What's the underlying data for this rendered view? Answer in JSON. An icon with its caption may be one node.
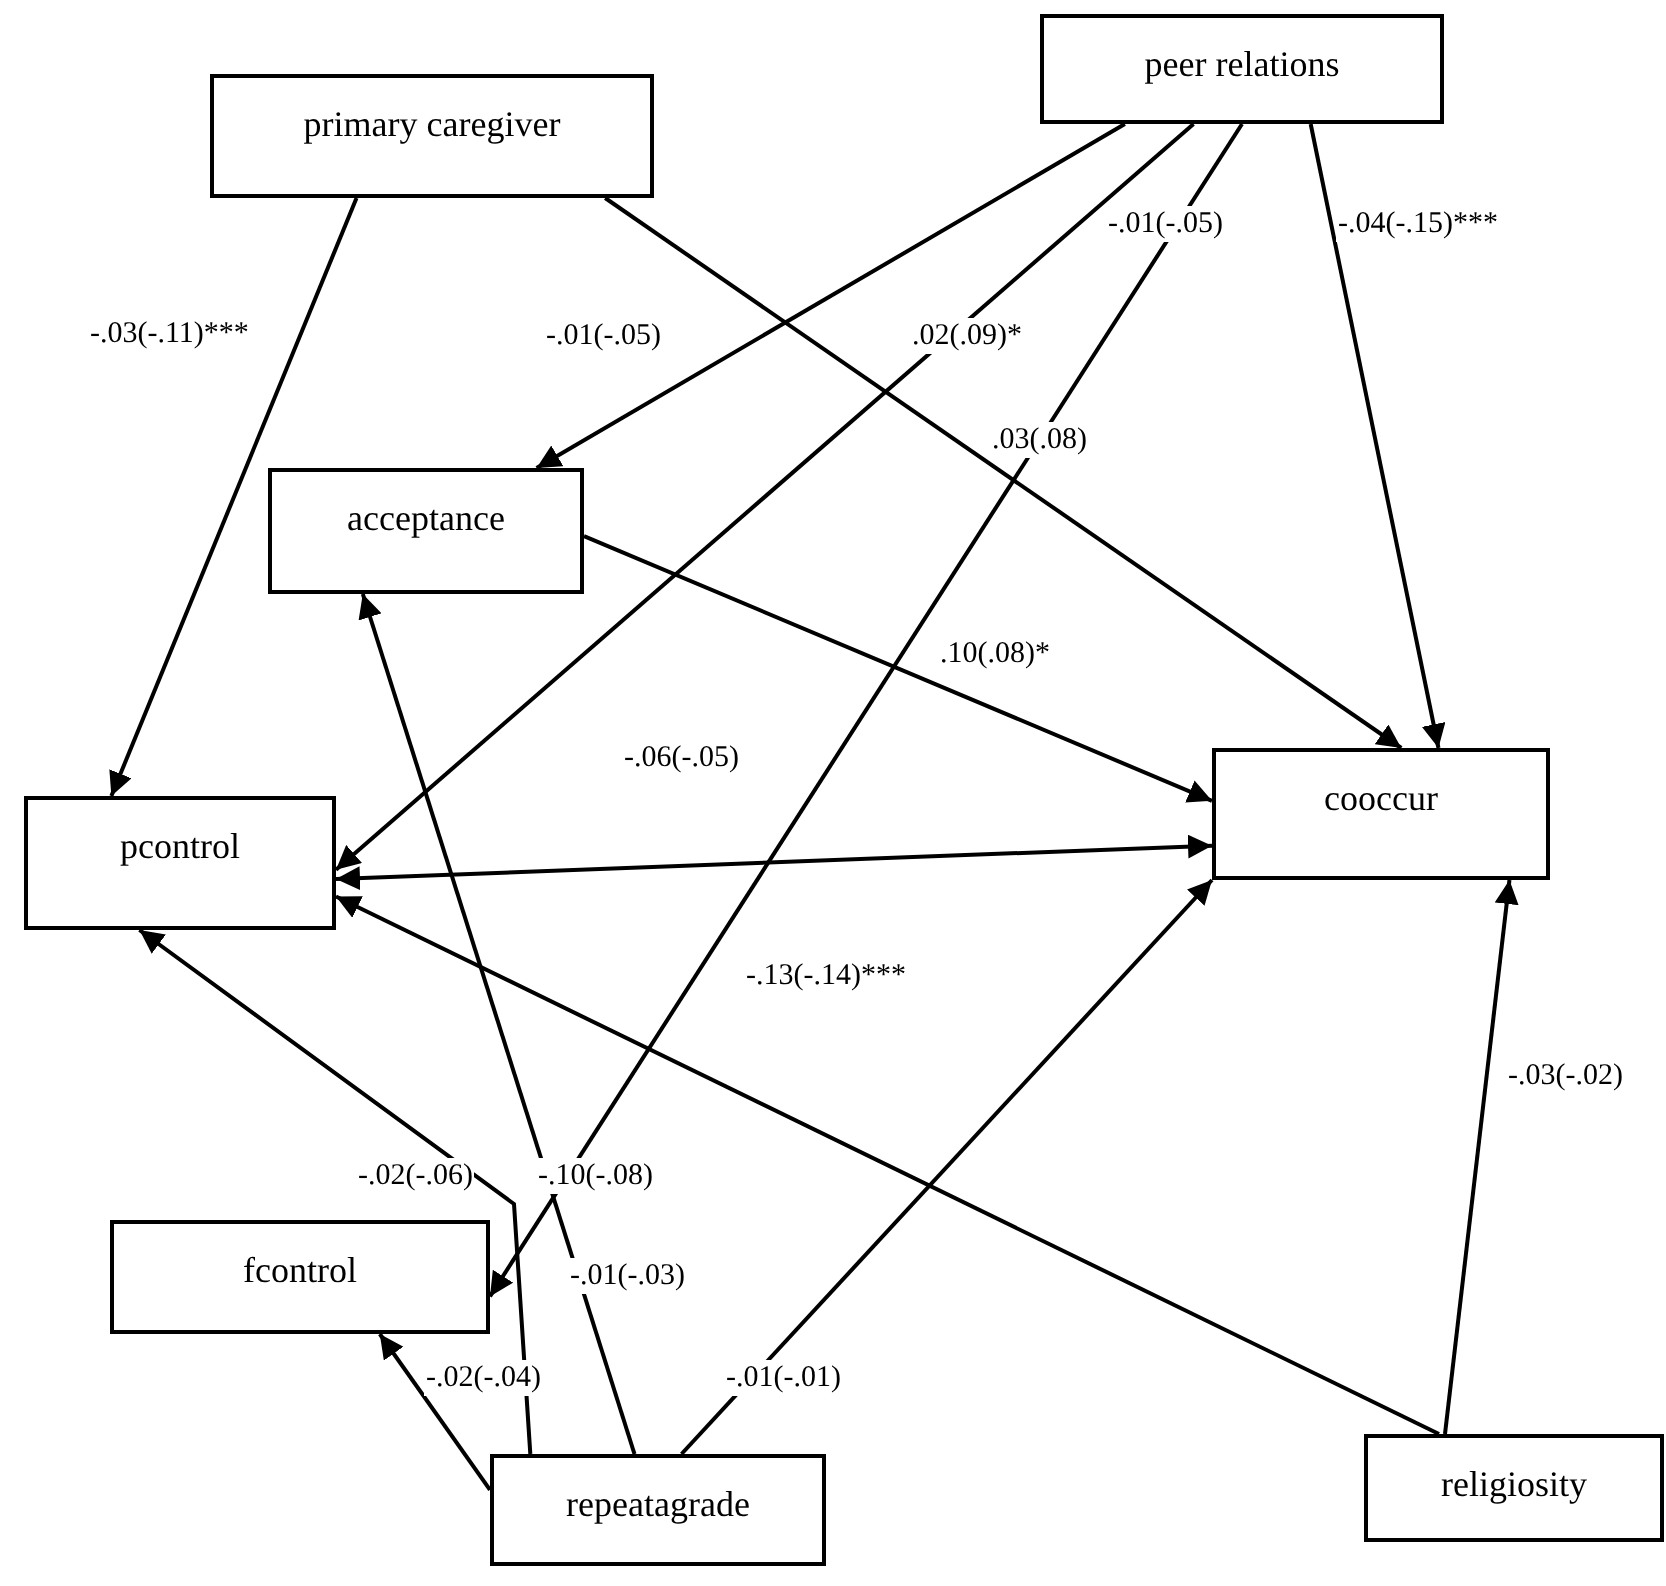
{
  "diagram": {
    "nodes": [
      {
        "text": [
          "primary caregiver"
        ]
      },
      {
        "text": [
          "peer relations"
        ]
      },
      {
        "text": [
          "acceptance"
        ]
      },
      {
        "text": [
          "pcontrol"
        ]
      },
      {
        "text": [
          "cooccur"
        ]
      },
      {
        "text": [
          "fcontrol"
        ]
      },
      {
        "text": [
          "repeatagrade"
        ]
      },
      {
        "text": [
          "religiosity"
        ]
      }
    ],
    "edges": [
      {
        "from": 0,
        "to": 3,
        "arrow": "to"
      },
      {
        "from": 0,
        "to": 4,
        "arrow": "to"
      },
      {
        "from": 1,
        "to": 2,
        "arrow": "to"
      },
      {
        "from": 1,
        "to": 3,
        "arrow": "to"
      },
      {
        "from": 1,
        "to": 5,
        "arrow": "to"
      },
      {
        "from": 1,
        "to": 4,
        "arrow": "to"
      },
      {
        "from": 2,
        "to": 4,
        "arrow": "to"
      },
      {
        "from": 3,
        "to": 4,
        "arrow": "both"
      },
      {
        "from": 7,
        "to": 3,
        "arrow": "to"
      },
      {
        "from": 7,
        "to": 4,
        "arrow": "to"
      },
      {
        "from": 6,
        "to": 3,
        "arrow": "to"
      },
      {
        "from": 6,
        "to": 2,
        "arrow": "to"
      },
      {
        "from": 6,
        "to": 5,
        "arrow": "to"
      },
      {
        "from": 6,
        "to": 4,
        "arrow": "to"
      }
    ],
    "labels": [
      "-.01(-.05)",
      "-.04(-.15)***",
      "-.03(-.11)***",
      "-.01(-.05)",
      ".02(.09)*",
      ".03(.08)",
      ".10(.08)*",
      "-.06(-.05)",
      "-.13(-.14)***",
      "-.03(-.02)",
      "-.02(-.06)",
      "-.10(-.08)",
      "-.01(-.03)",
      "-.02(-.04)",
      "-.01(-.01)"
    ]
  }
}
